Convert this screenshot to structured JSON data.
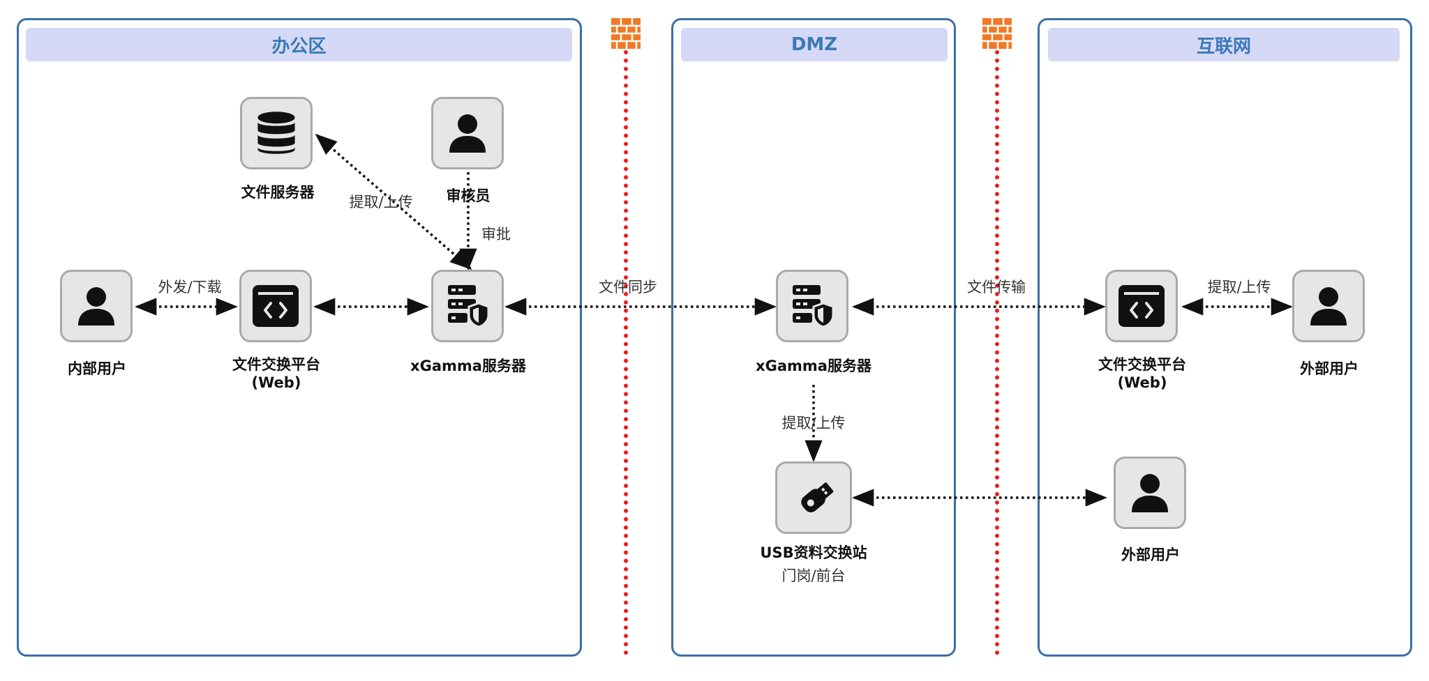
{
  "zones": {
    "office": {
      "title": "办公区"
    },
    "dmz": {
      "title": "DMZ"
    },
    "internet": {
      "title": "互联网"
    }
  },
  "nodes": {
    "file_server": {
      "label": "文件服务器",
      "icon": "database-icon"
    },
    "auditor": {
      "label": "审核员",
      "icon": "user-icon"
    },
    "internal_user": {
      "label": "内部用户",
      "icon": "user-icon"
    },
    "exchange_office": {
      "label": "文件交换平台",
      "sub": "(Web)",
      "icon": "code-window-icon"
    },
    "xgamma_office": {
      "label": "xGamma服务器",
      "icon": "secure-server-icon"
    },
    "xgamma_dmz": {
      "label": "xGamma服务器",
      "icon": "secure-server-icon"
    },
    "usb_station": {
      "label": "USB资料交换站",
      "sub": "门岗/前台",
      "icon": "usb-drive-icon"
    },
    "exchange_internet": {
      "label": "文件交换平台",
      "sub": "(Web)",
      "icon": "code-window-icon"
    },
    "external_user_top": {
      "label": "外部用户",
      "icon": "user-icon"
    },
    "external_user_bottom": {
      "label": "外部用户",
      "icon": "user-icon"
    }
  },
  "connections": {
    "send_download": "外发/下载",
    "fetch_upload_office": "提取/上传",
    "approve": "审批",
    "file_sync": "文件同步",
    "file_transfer": "文件传输",
    "fetch_upload_internet": "提取/上传",
    "fetch_upload_dmz": "提取/上传"
  },
  "colors": {
    "zone_border": "#3a6ea8",
    "zone_header_bg": "#d6d9f5",
    "zone_header_text": "#3a7ab8",
    "firewall": "#ee1c1c",
    "firewall_brick": "#f07a26",
    "node_bg": "#e6e6e6",
    "node_border": "#a9a9a9"
  }
}
